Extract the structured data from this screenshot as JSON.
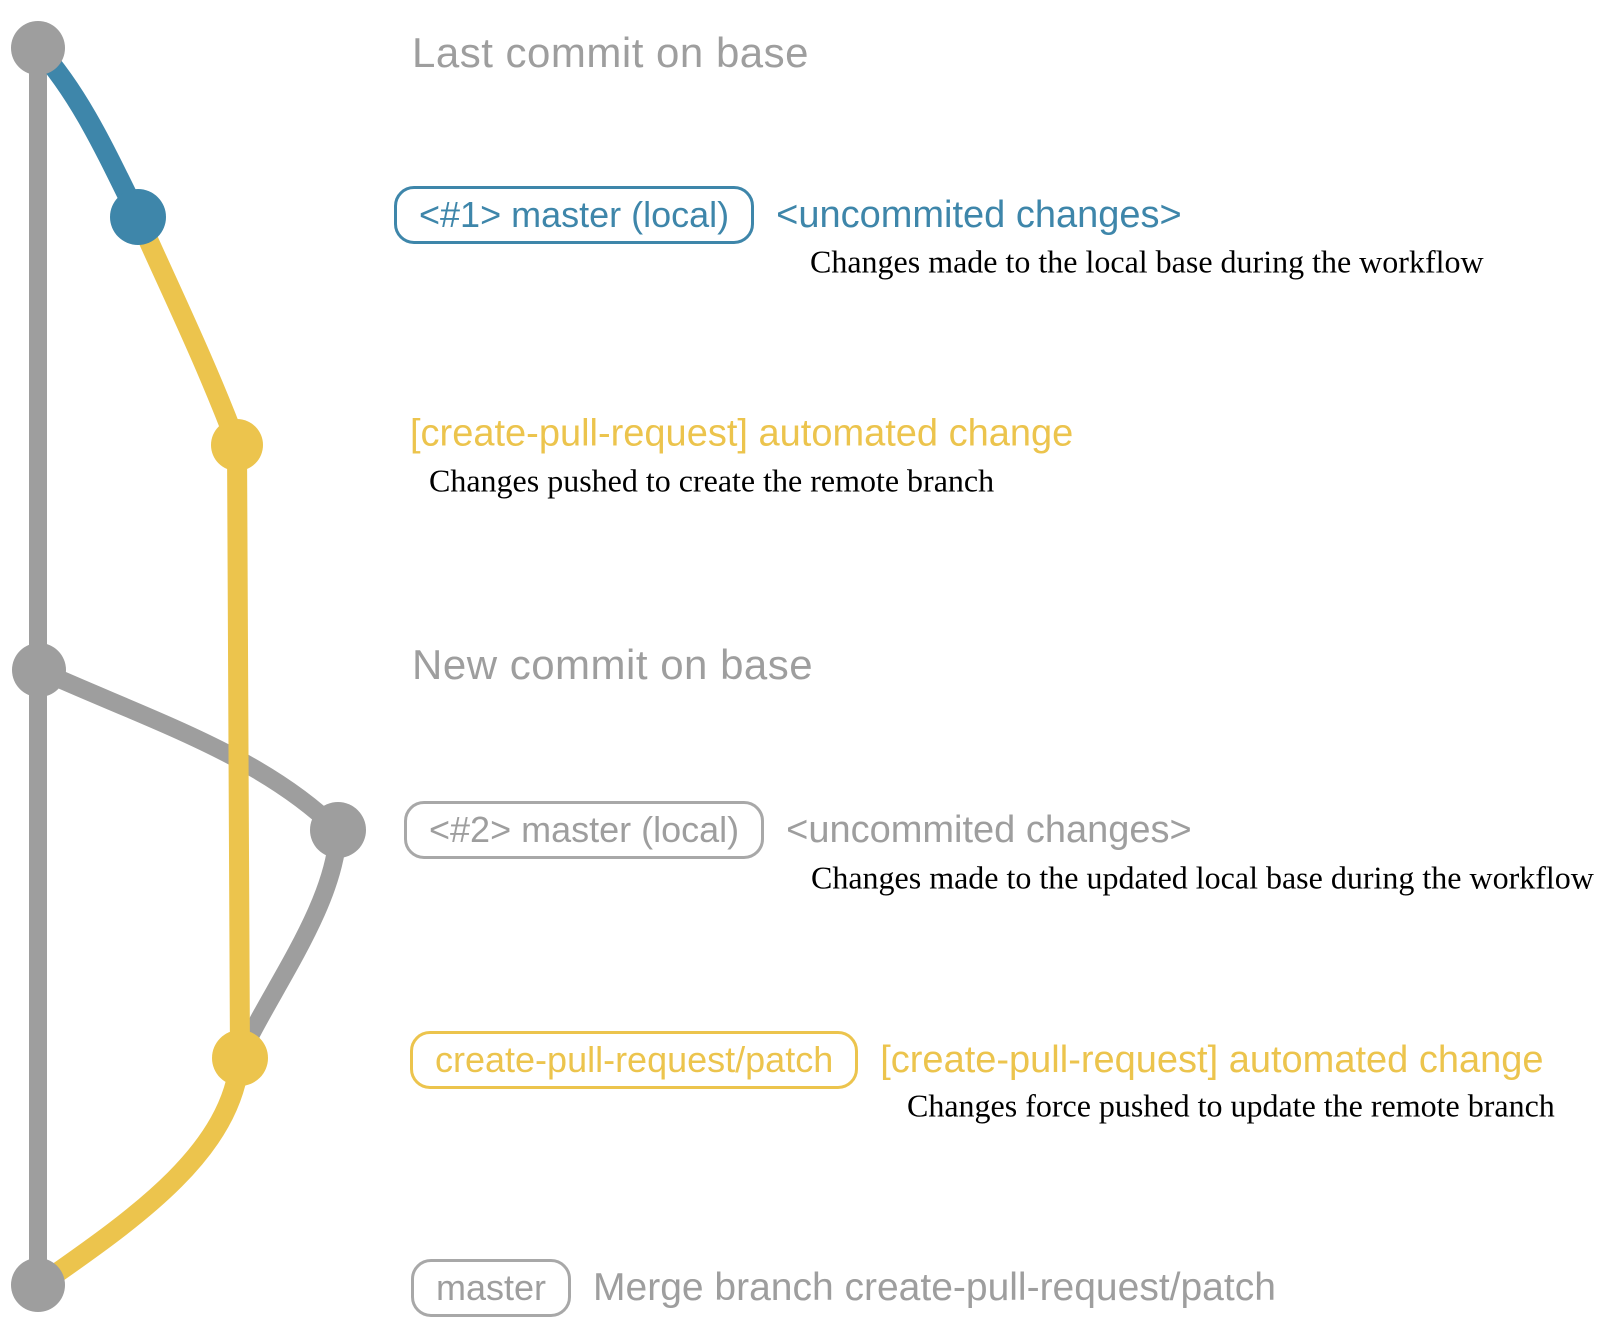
{
  "colors": {
    "gray": "#9e9e9e",
    "blue": "#3e86aa",
    "yellow": "#ecc44d",
    "text_black": "#000000"
  },
  "rows": {
    "last_commit": {
      "label": "Last commit on base"
    },
    "master1": {
      "badge": "<#1> master (local)",
      "heading": "<uncommited changes>",
      "description": "Changes made to the local base during the workflow"
    },
    "cpr1": {
      "heading": "[create-pull-request] automated change",
      "description": "Changes pushed to create the remote branch"
    },
    "new_commit": {
      "label": "New commit on base"
    },
    "master2": {
      "badge": "<#2> master (local)",
      "heading": "<uncommited changes>",
      "description": "Changes made to the updated local base during the workflow"
    },
    "cpr2": {
      "badge": "create-pull-request/patch",
      "heading": "[create-pull-request] automated change",
      "description": "Changes force pushed to update the remote branch"
    },
    "merge": {
      "badge": "master",
      "heading": "Merge branch create-pull-request/patch"
    }
  }
}
